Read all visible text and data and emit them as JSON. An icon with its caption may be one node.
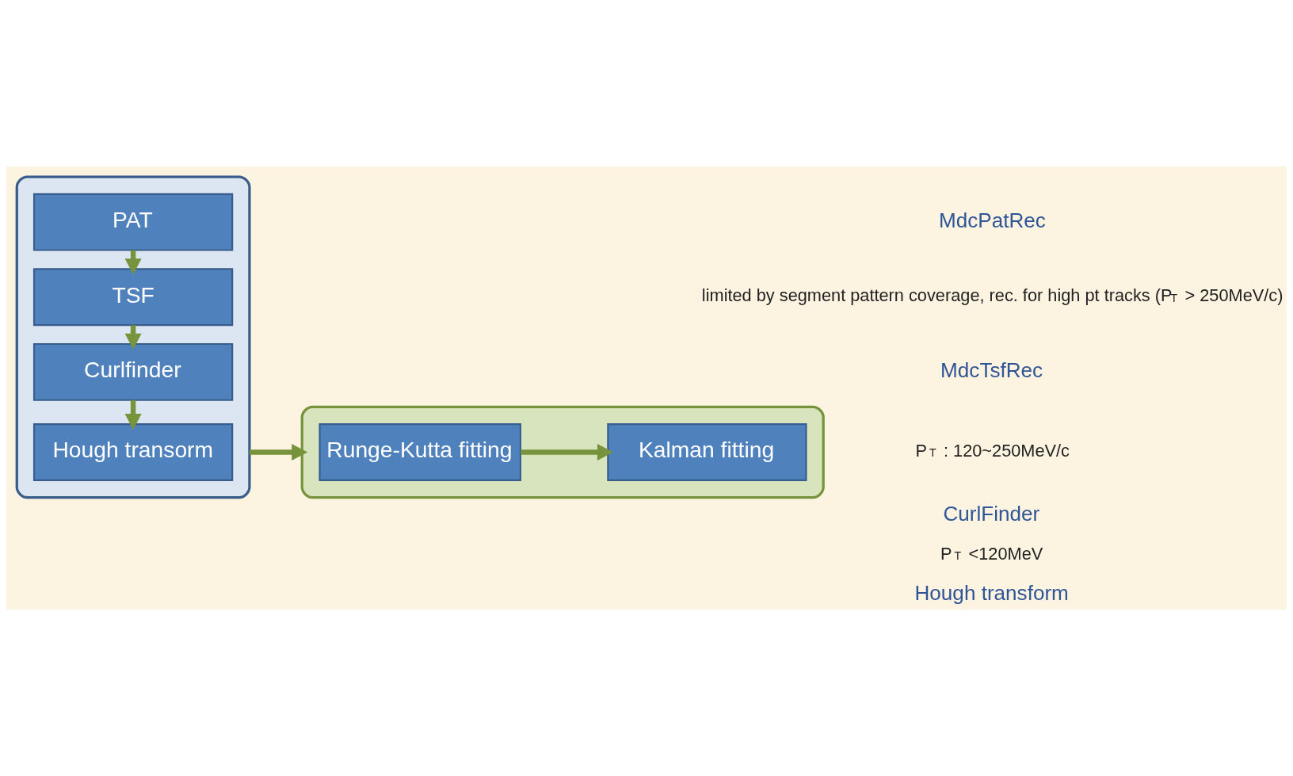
{
  "diagram": {
    "nodes": [
      {
        "text": [],
        "shape": "box"
      },
      {
        "text": [
          "PAT"
        ],
        "in": 0
      },
      {
        "text": [
          "TSF"
        ],
        "in": 0
      },
      {
        "text": [
          "Curlfinder"
        ],
        "in": 0
      },
      {
        "text": [
          "Hough transorm"
        ],
        "in": 0
      },
      {
        "text": [],
        "shape": "box"
      },
      {
        "text": [
          "Runge-Kutta fitting"
        ],
        "in": 5
      },
      {
        "text": [
          "Kalman fitting"
        ],
        "in": 5
      }
    ],
    "edges": [
      {
        "from": 1,
        "to": 2,
        "arrow": "to"
      },
      {
        "from": 2,
        "to": 3,
        "arrow": "to"
      },
      {
        "from": 3,
        "to": 4,
        "arrow": "to"
      },
      {
        "from": 0,
        "to": 5,
        "arrow": "to"
      },
      {
        "from": 6,
        "to": 7,
        "arrow": "to"
      }
    ],
    "labels": [
      "MdcPatRec",
      "limited by segment pattern coverage, rec. for high pt tracks (P$_{T}$ > 250MeV/c)",
      "MdcTsfRec",
      "P$_{T}$ : 120~250MeV/c",
      "CurlFinder",
      "P$_{T}$ <120MeV",
      "Hough transform"
    ]
  }
}
